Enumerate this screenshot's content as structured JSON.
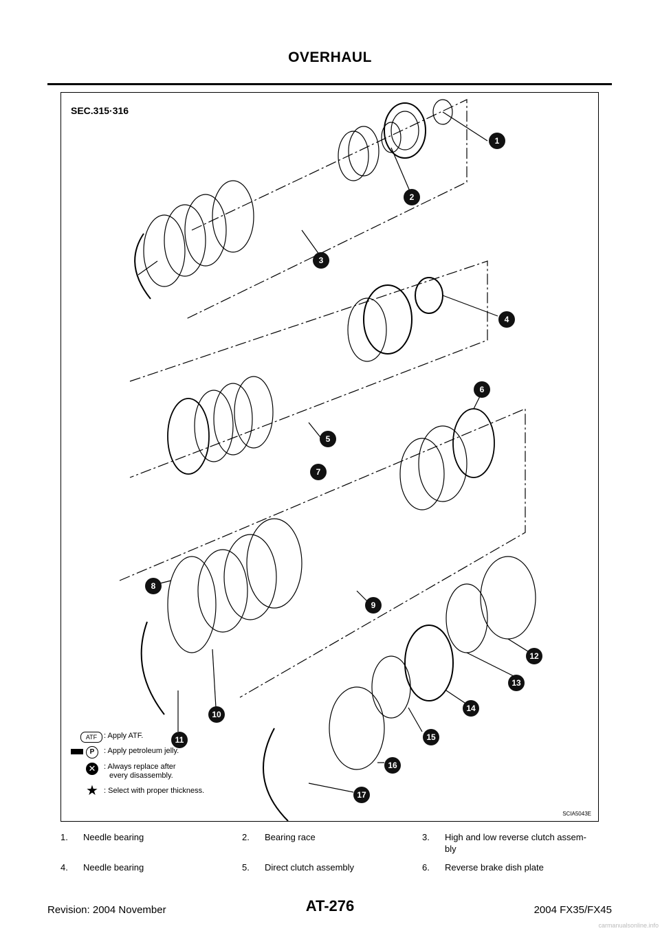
{
  "header": {
    "title": "OVERHAUL"
  },
  "figure": {
    "section": "SEC.315·316",
    "code": "SCIA5043E",
    "callouts": [
      "1",
      "2",
      "3",
      "4",
      "5",
      "6",
      "7",
      "8",
      "9",
      "10",
      "11",
      "12",
      "13",
      "14",
      "15",
      "16",
      "17"
    ],
    "symbol_atf": "ATF",
    "symbol_p": "P",
    "legend": [
      {
        "symbol": "atf-icon",
        "text": ": Apply ATF."
      },
      {
        "symbol": "petroleum-jelly-icon",
        "text": ": Apply petroleum jelly."
      },
      {
        "symbol": "replace-icon",
        "text": ": Always replace after",
        "text2": "every disassembly."
      },
      {
        "symbol": "star-icon",
        "text": ": Select with proper thickness."
      }
    ]
  },
  "parts": [
    {
      "num": "1.",
      "name": "Needle bearing"
    },
    {
      "num": "2.",
      "name": "Bearing race"
    },
    {
      "num": "3.",
      "name": "High and low reverse clutch assem-",
      "name2": "bly"
    },
    {
      "num": "4.",
      "name": "Needle bearing"
    },
    {
      "num": "5.",
      "name": "Direct clutch assembly"
    },
    {
      "num": "6.",
      "name": "Reverse brake dish plate"
    }
  ],
  "footer": {
    "revision": "Revision: 2004 November",
    "page": "AT-276",
    "model": "2004 FX35/FX45"
  },
  "watermark": "carmanualsonline.info"
}
